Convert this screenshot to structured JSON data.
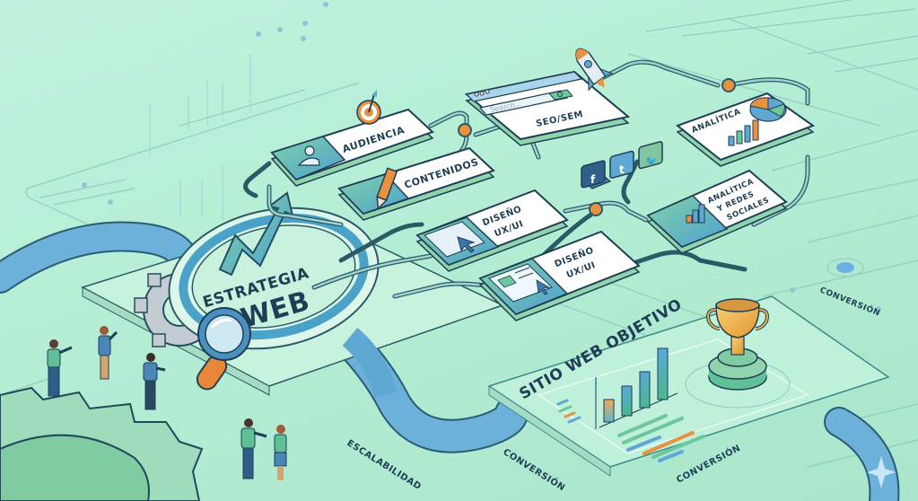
{
  "title": "Estrategia Web",
  "hub": {
    "line1": "ESTRATEGIA",
    "line2": "WEB"
  },
  "cards": [
    {
      "id": "audiencia",
      "label": "AUDIENCIA",
      "icon": "user-icon"
    },
    {
      "id": "contenidos",
      "label": "CONTENIDOS",
      "icon": "pencil-icon"
    },
    {
      "id": "seo",
      "label": "SEO/SEM",
      "icon": "rocket-icon",
      "search_placeholder": "Search..."
    },
    {
      "id": "analitica",
      "label": "ANALÍTICA",
      "icon": "pie-chart-icon"
    },
    {
      "id": "diseno1",
      "label_line1": "DISEÑO",
      "label_line2": "UX/UI",
      "icon": "cursor-icon"
    },
    {
      "id": "diseno2",
      "label_line1": "DISEÑO",
      "label_line2": "UX/UI",
      "icon": "layout-icon"
    },
    {
      "id": "redes",
      "label_line1": "ANALÍTICA",
      "label_line2": "Y REDES",
      "label_line3": "SOCIALES",
      "icon": "bar-chart-icon"
    }
  ],
  "social_icons": [
    {
      "name": "facebook-icon",
      "glyph": "f"
    },
    {
      "name": "tumblr-icon",
      "glyph": "t"
    },
    {
      "name": "twitter-icon",
      "glyph": "🐦"
    }
  ],
  "goal": {
    "title": "SITIO WEB OBJETIVO",
    "label": "CONVERSIÓN",
    "icon": "trophy-icon"
  },
  "floor_labels": [
    {
      "id": "escalabilidad",
      "text": "ESCALABILIDAD"
    },
    {
      "id": "conversion-1",
      "text": "CONVERSIÓN"
    },
    {
      "id": "conversion-2",
      "text": "CONVERSIÓN"
    }
  ],
  "colors": {
    "background": "#b6eed6",
    "navy": "#1f3d55",
    "blue": "#5fa8d3",
    "green": "#6cc79a",
    "orange": "#e8913f",
    "gold": "#f0b24c",
    "card": "#ffffff"
  }
}
